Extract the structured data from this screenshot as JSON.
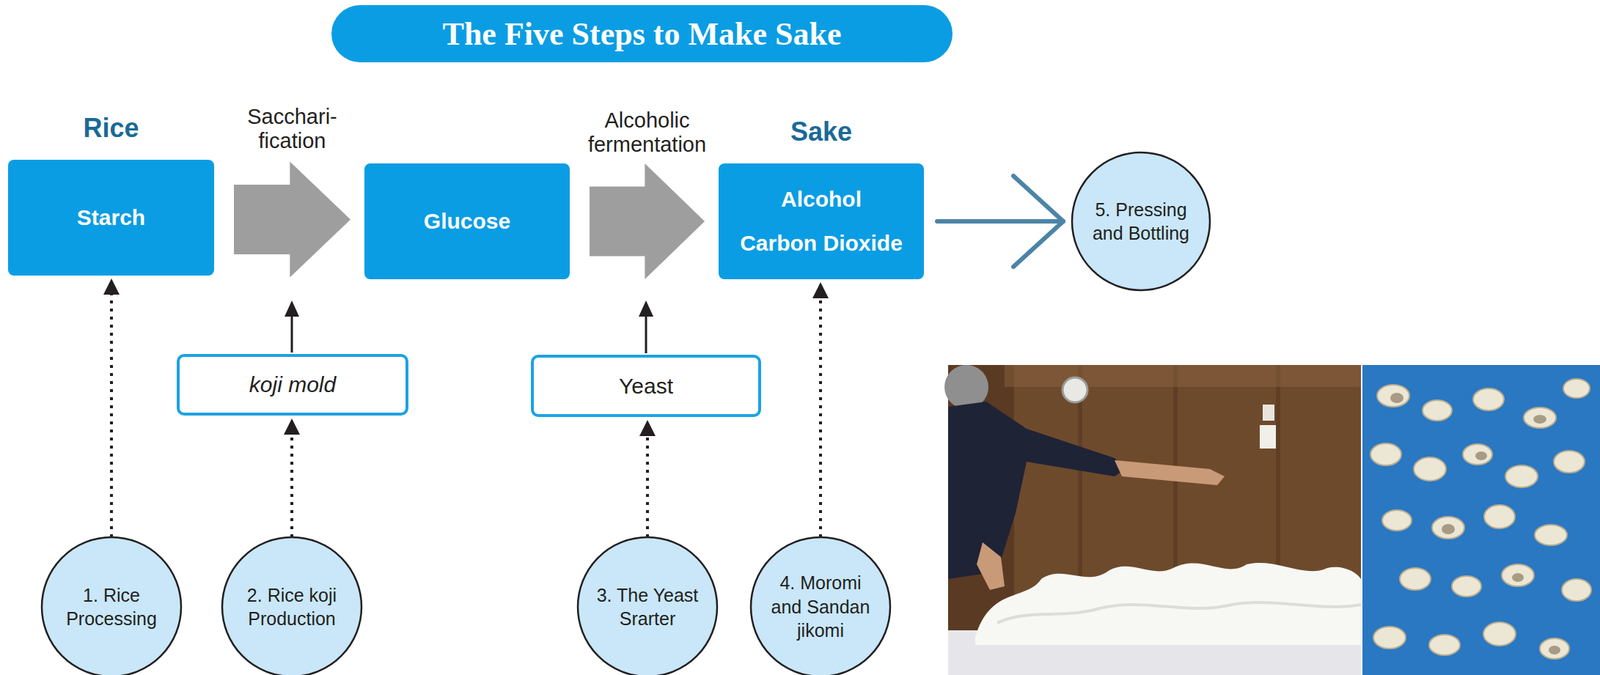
{
  "diagram": {
    "title": "The Five Steps to Make Sake",
    "nodes": [
      {
        "text": [
          "Rice",
          "Starch"
        ]
      },
      {
        "text": [
          "Glucose"
        ]
      },
      {
        "text": [
          "Sake",
          "Alcohol",
          "Carbon Dioxide"
        ]
      },
      {
        "text": [
          "5. Pressing and Bottling"
        ]
      },
      {
        "text": [
          "koji mold"
        ]
      },
      {
        "text": [
          "Yeast"
        ]
      },
      {
        "text": [
          "1. Rice Processing"
        ]
      },
      {
        "text": [
          "2. Rice koji Production"
        ]
      },
      {
        "text": [
          "3. The Yeast Srarter"
        ]
      },
      {
        "text": [
          "4. Moromi and Sandan jikomi"
        ]
      }
    ],
    "edges": [
      {
        "from": 0,
        "to": 1,
        "label": "Sacchari- fication",
        "arrow": "to"
      },
      {
        "from": 1,
        "to": 2,
        "label": "Alcoholic fermentation",
        "arrow": "to"
      },
      {
        "from": 2,
        "to": 3,
        "arrow": "to"
      },
      {
        "from": 6,
        "to": 0,
        "arrow": "to"
      },
      {
        "from": 7,
        "to": 4,
        "arrow": "to"
      },
      {
        "from": 8,
        "to": 5,
        "arrow": "to"
      },
      {
        "from": 9,
        "to": 2,
        "arrow": "to"
      }
    ]
  }
}
